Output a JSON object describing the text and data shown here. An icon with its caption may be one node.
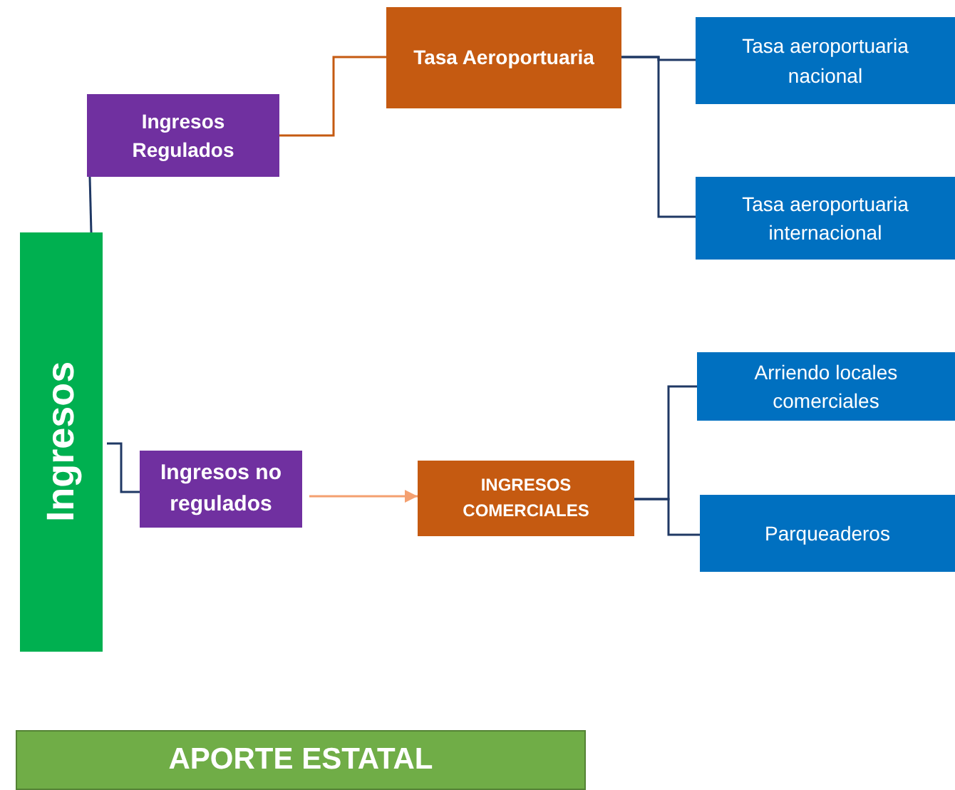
{
  "diagram": {
    "nodes": [
      {
        "text": [
          "Ingresos"
        ]
      },
      {
        "text": [
          "Ingresos Regulados"
        ]
      },
      {
        "text": [
          "Tasa Aeroportuaria"
        ]
      },
      {
        "text": [
          "Tasa aeroportuaria nacional"
        ]
      },
      {
        "text": [
          "Tasa aeroportuaria internacional"
        ]
      },
      {
        "text": [
          "Ingresos no regulados"
        ]
      },
      {
        "text": [
          "INGRESOS COMERCIALES"
        ]
      },
      {
        "text": [
          "Arriendo locales comerciales"
        ]
      },
      {
        "text": [
          "Parqueaderos"
        ]
      },
      {
        "text": [
          "APORTE ESTATAL"
        ]
      }
    ],
    "edges": [
      {
        "from": 0,
        "to": 1,
        "arrow": "none"
      },
      {
        "from": 1,
        "to": 2,
        "arrow": "none",
        "color": "#c55a11"
      },
      {
        "from": 2,
        "to": 3,
        "arrow": "none"
      },
      {
        "from": 2,
        "to": 4,
        "arrow": "none"
      },
      {
        "from": 0,
        "to": 5,
        "arrow": "none"
      },
      {
        "from": 5,
        "to": 6,
        "arrow": "to",
        "color": "#f4a070"
      },
      {
        "from": 6,
        "to": 7,
        "arrow": "none"
      },
      {
        "from": 6,
        "to": 8,
        "arrow": "none"
      }
    ]
  }
}
